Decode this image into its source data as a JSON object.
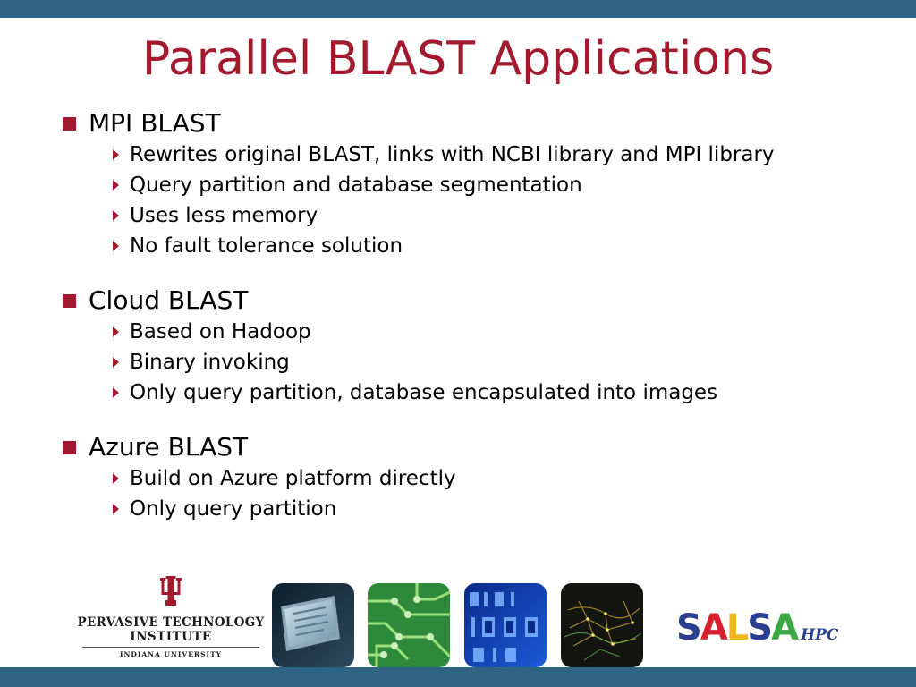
{
  "slide": {
    "title": "Parallel BLAST Applications",
    "sections": [
      {
        "label": "MPI BLAST",
        "items": [
          "Rewrites original BLAST, links with NCBI library and MPI library",
          "Query partition and database segmentation",
          "Uses less memory",
          "No fault tolerance solution"
        ]
      },
      {
        "label": "Cloud BLAST",
        "items": [
          "Based on Hadoop",
          "Binary invoking",
          "Only query partition, database encapsulated into images"
        ]
      },
      {
        "label": "Azure BLAST",
        "items": [
          "Build on Azure platform directly",
          "Only query partition"
        ]
      }
    ]
  },
  "footer": {
    "iu_logo": {
      "line1": "PERVASIVE TECHNOLOGY",
      "line2": "INSTITUTE",
      "line3": "INDIANA UNIVERSITY"
    },
    "salsa_logo": {
      "letters": [
        {
          "char": "S",
          "color": "#2a3f8f"
        },
        {
          "char": "A",
          "color": "#d6202f"
        },
        {
          "char": "L",
          "color": "#f2b51b"
        },
        {
          "char": "S",
          "color": "#2a3f8f"
        },
        {
          "char": "A",
          "color": "#3aa845"
        }
      ],
      "suffix": "HPC"
    },
    "image_tiles": [
      "monitor-image",
      "circuit-board-image",
      "binary-code-image",
      "network-map-image"
    ]
  },
  "colors": {
    "accent": "#a3192e",
    "bar": "#2e6383"
  }
}
